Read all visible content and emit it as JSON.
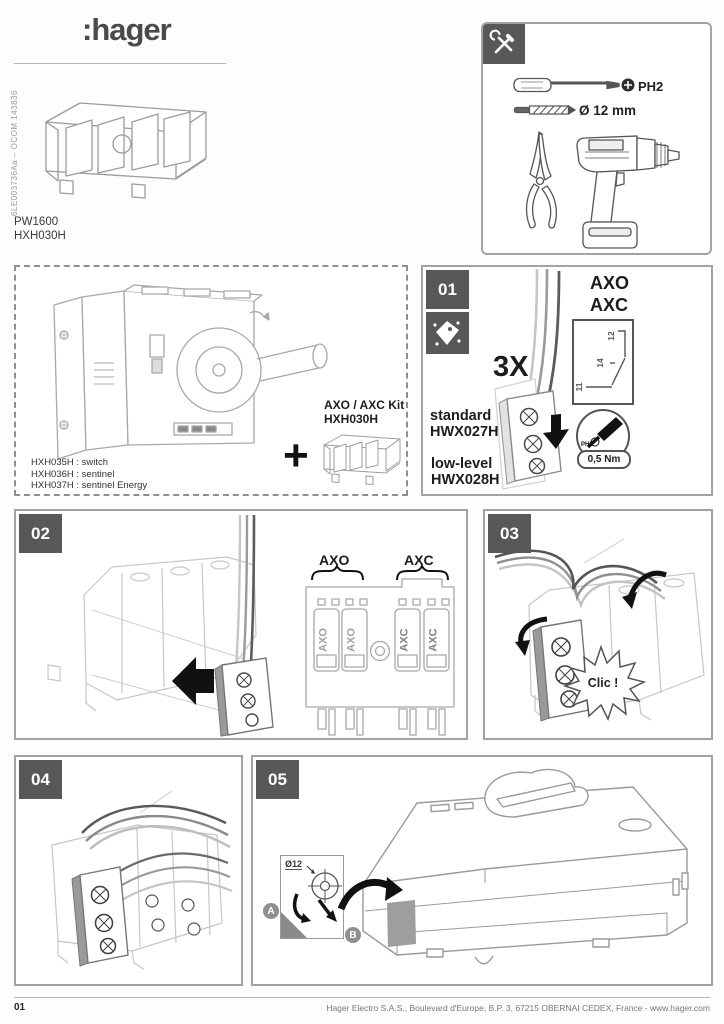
{
  "header": {
    "brand": ":hager",
    "doc_ref_vertical": "6LE003736Aa – OCOM 143836",
    "product_ref_1": "PW1600",
    "product_ref_2": "HXH030H"
  },
  "tools": {
    "screwdriver_label": "PH2",
    "drill_bit_label": "Ø 12 mm"
  },
  "kit_box": {
    "kit_label_line1": "AXO / AXC Kit",
    "kit_label_line2": "HXH030H",
    "plus_sign": "+",
    "compat_1": "HXH035H : switch",
    "compat_2": "HXH036H : sentinel",
    "compat_3": "HXH037H : sentinel Energy"
  },
  "steps": {
    "s01": {
      "number": "01",
      "axo": "AXO",
      "axc": "AXC",
      "quantity": "3X",
      "standard_label": "standard",
      "standard_ref": "HWX027H",
      "lowlevel_label": "low-level",
      "lowlevel_ref": "HWX028H",
      "torque": "0,5 Nm",
      "ph2_small": "PH2",
      "schematic_terminals": [
        "12",
        "14",
        "11"
      ]
    },
    "s02": {
      "number": "02",
      "axo": "AXO",
      "axc": "AXC",
      "slots": [
        "AXO",
        "AXO",
        "AXC",
        "AXC"
      ]
    },
    "s03": {
      "number": "03",
      "clic": "Clic !"
    },
    "s04": {
      "number": "04"
    },
    "s05": {
      "number": "05",
      "hole_diameter": "Ø12",
      "marker_a": "A",
      "marker_b": "B"
    }
  },
  "footer": {
    "page_number": "01",
    "address": "Hager Electro S.A.S., Boulevard d'Europe, B.P. 3, 67215 OBERNAI CEDEX, France - www.hager.com"
  },
  "colors": {
    "badge": "#57585a",
    "line_art": "#9c9c9c",
    "accent": "#111111"
  }
}
